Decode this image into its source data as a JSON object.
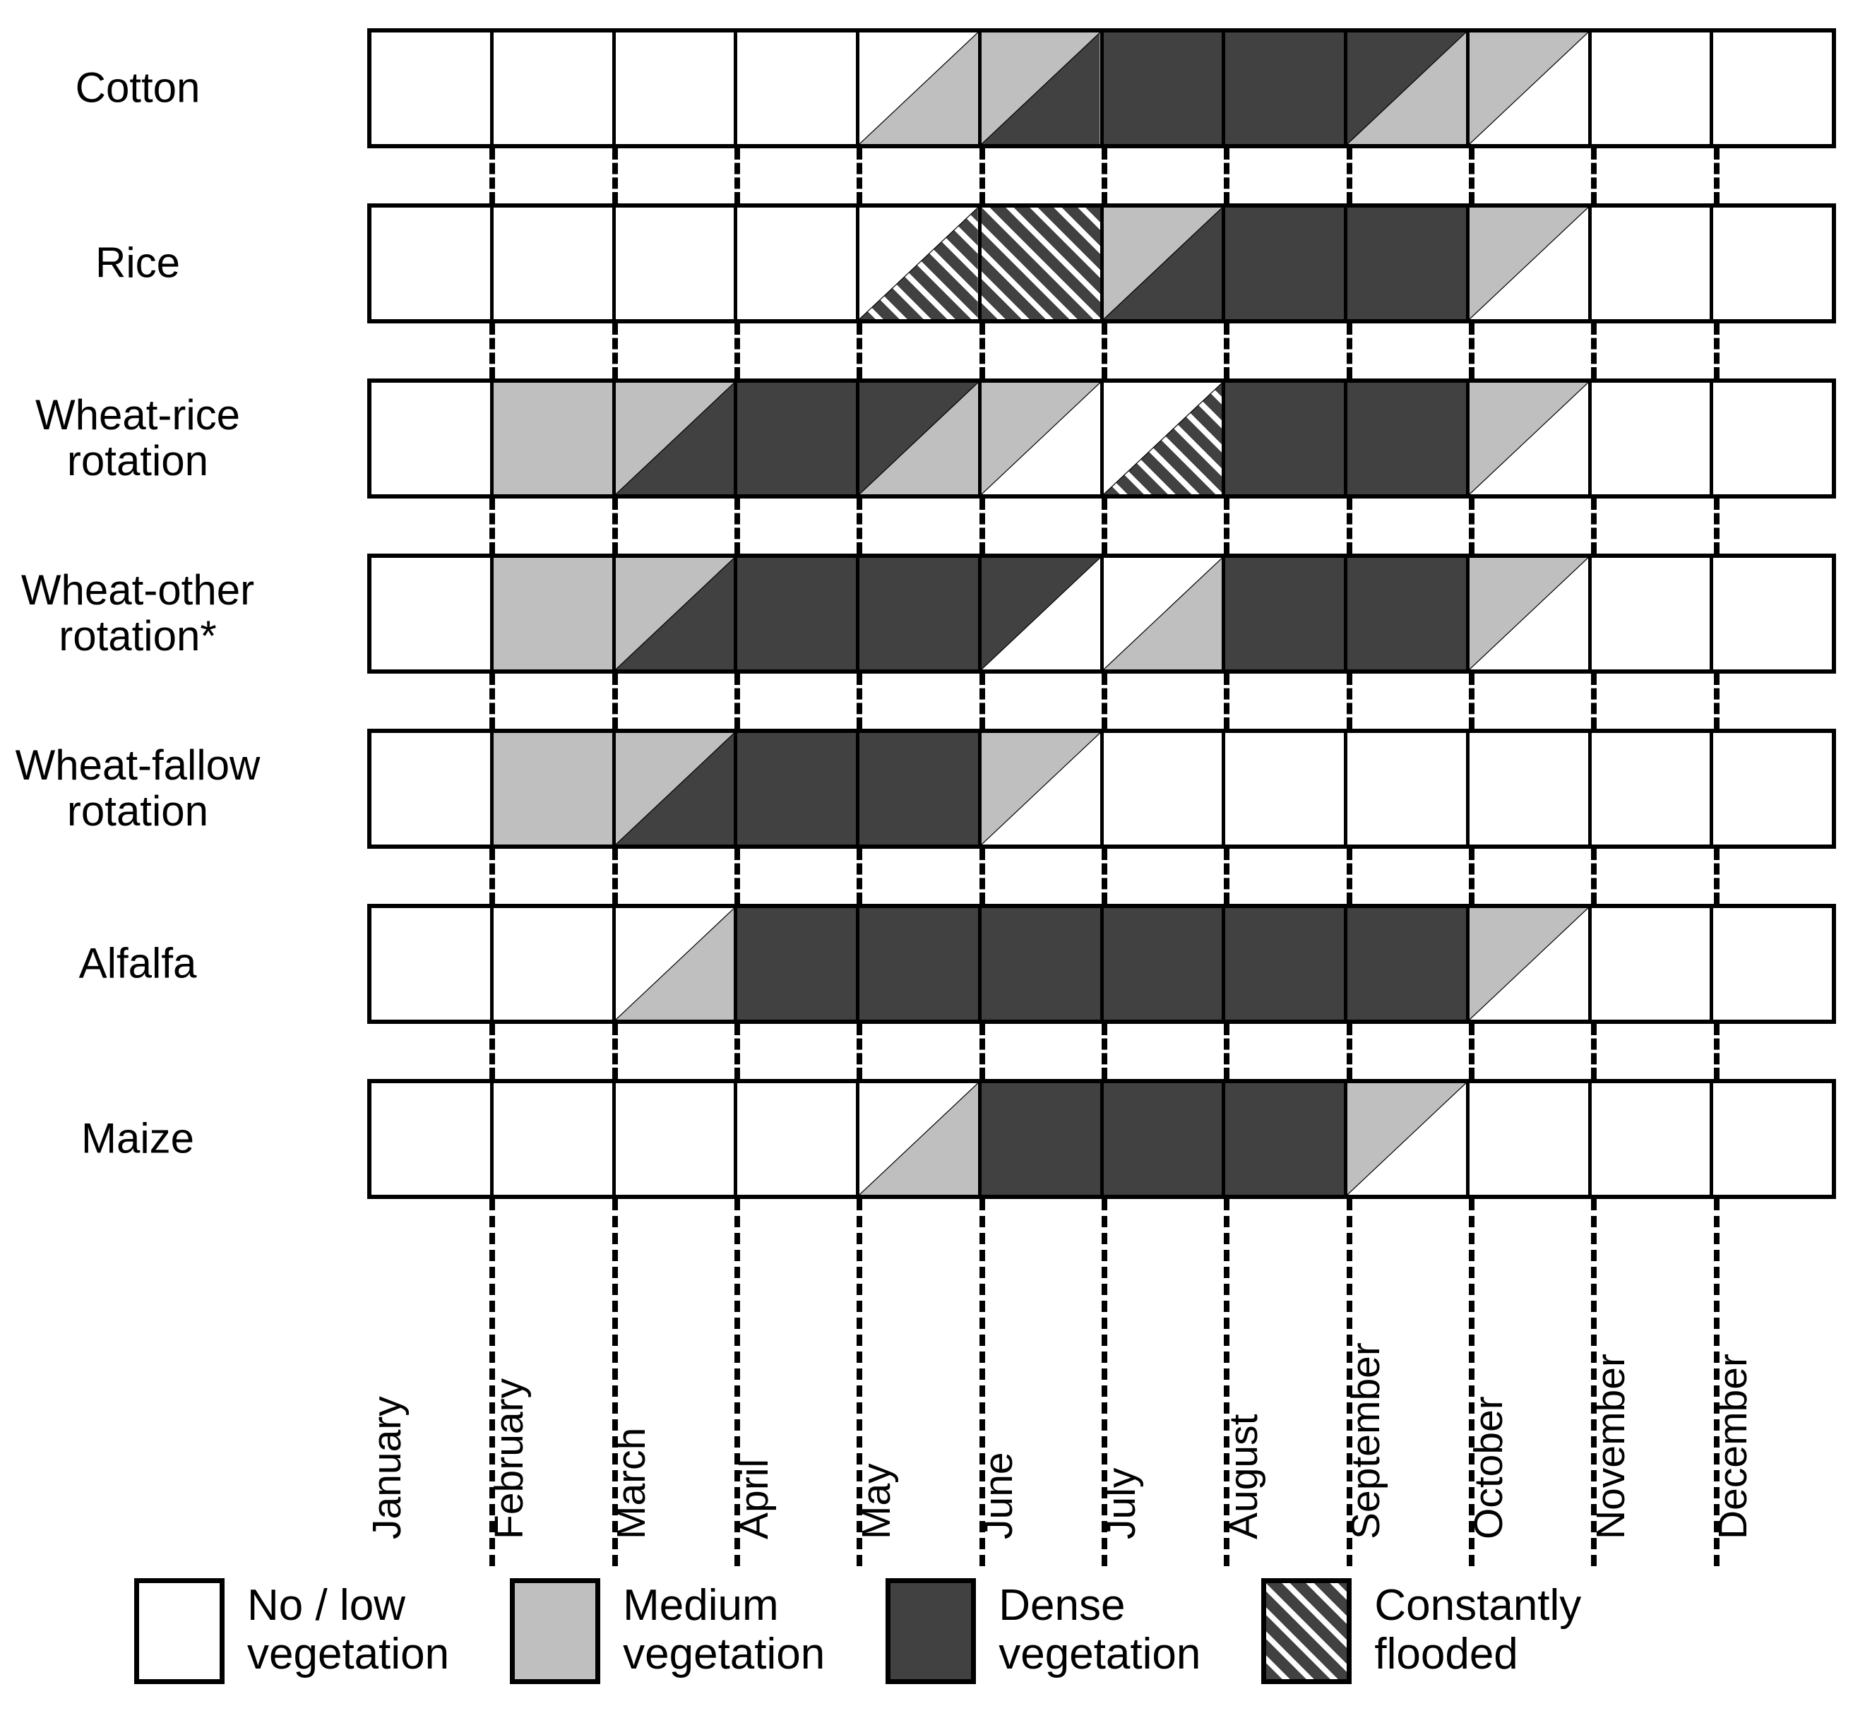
{
  "colors": {
    "none": "#ffffff",
    "medium": "#bfbfbf",
    "dense": "#414141",
    "flooded_base": "#414141",
    "flooded_stripe": "#ffffff",
    "outline": "#000000"
  },
  "chart_data": {
    "type": "table",
    "title": "",
    "xlabel": "",
    "ylabel": "",
    "categories": [
      "January",
      "February",
      "March",
      "April",
      "May",
      "June",
      "July",
      "August",
      "September",
      "October",
      "November",
      "December"
    ],
    "legend_position": "bottom",
    "state_key": {
      "none": "No / low vegetation",
      "medium": "Medium vegetation",
      "dense": "Dense vegetation",
      "flooded": "Constantly flooded"
    },
    "note": "Each monthly cell is either a single state, or split by a diagonal (bottom-left to top-right) into an upper-left state and a lower-right state indicating a transition within that month.",
    "series": [
      {
        "name": "Cotton",
        "values": [
          {
            "month": "January",
            "upper": "none",
            "lower": "none"
          },
          {
            "month": "February",
            "upper": "none",
            "lower": "none"
          },
          {
            "month": "March",
            "upper": "none",
            "lower": "none"
          },
          {
            "month": "April",
            "upper": "none",
            "lower": "none"
          },
          {
            "month": "May",
            "upper": "none",
            "lower": "medium"
          },
          {
            "month": "June",
            "upper": "medium",
            "lower": "dense"
          },
          {
            "month": "July",
            "upper": "dense",
            "lower": "dense"
          },
          {
            "month": "August",
            "upper": "dense",
            "lower": "dense"
          },
          {
            "month": "September",
            "upper": "dense",
            "lower": "medium"
          },
          {
            "month": "October",
            "upper": "medium",
            "lower": "none"
          },
          {
            "month": "November",
            "upper": "none",
            "lower": "none"
          },
          {
            "month": "December",
            "upper": "none",
            "lower": "none"
          }
        ]
      },
      {
        "name": "Rice",
        "values": [
          {
            "month": "January",
            "upper": "none",
            "lower": "none"
          },
          {
            "month": "February",
            "upper": "none",
            "lower": "none"
          },
          {
            "month": "March",
            "upper": "none",
            "lower": "none"
          },
          {
            "month": "April",
            "upper": "none",
            "lower": "none"
          },
          {
            "month": "May",
            "upper": "none",
            "lower": "flooded"
          },
          {
            "month": "June",
            "upper": "flooded",
            "lower": "flooded"
          },
          {
            "month": "July",
            "upper": "medium",
            "lower": "dense"
          },
          {
            "month": "August",
            "upper": "dense",
            "lower": "dense"
          },
          {
            "month": "September",
            "upper": "dense",
            "lower": "dense"
          },
          {
            "month": "October",
            "upper": "medium",
            "lower": "none"
          },
          {
            "month": "November",
            "upper": "none",
            "lower": "none"
          },
          {
            "month": "December",
            "upper": "none",
            "lower": "none"
          }
        ]
      },
      {
        "name": "Wheat-rice\nrotation",
        "values": [
          {
            "month": "January",
            "upper": "none",
            "lower": "none"
          },
          {
            "month": "February",
            "upper": "medium",
            "lower": "medium"
          },
          {
            "month": "March",
            "upper": "medium",
            "lower": "dense"
          },
          {
            "month": "April",
            "upper": "dense",
            "lower": "dense"
          },
          {
            "month": "May",
            "upper": "dense",
            "lower": "medium"
          },
          {
            "month": "June",
            "upper": "medium",
            "lower": "none"
          },
          {
            "month": "July",
            "upper": "none",
            "lower": "flooded"
          },
          {
            "month": "August",
            "upper": "dense",
            "lower": "dense"
          },
          {
            "month": "September",
            "upper": "dense",
            "lower": "dense"
          },
          {
            "month": "October",
            "upper": "medium",
            "lower": "none"
          },
          {
            "month": "November",
            "upper": "none",
            "lower": "none"
          },
          {
            "month": "December",
            "upper": "none",
            "lower": "none"
          }
        ]
      },
      {
        "name": "Wheat-other\nrotation*",
        "values": [
          {
            "month": "January",
            "upper": "none",
            "lower": "none"
          },
          {
            "month": "February",
            "upper": "medium",
            "lower": "medium"
          },
          {
            "month": "March",
            "upper": "medium",
            "lower": "dense"
          },
          {
            "month": "April",
            "upper": "dense",
            "lower": "dense"
          },
          {
            "month": "May",
            "upper": "dense",
            "lower": "dense"
          },
          {
            "month": "June",
            "upper": "dense",
            "lower": "none"
          },
          {
            "month": "July",
            "upper": "none",
            "lower": "medium"
          },
          {
            "month": "August",
            "upper": "dense",
            "lower": "dense"
          },
          {
            "month": "September",
            "upper": "dense",
            "lower": "dense"
          },
          {
            "month": "October",
            "upper": "medium",
            "lower": "none"
          },
          {
            "month": "November",
            "upper": "none",
            "lower": "none"
          },
          {
            "month": "December",
            "upper": "none",
            "lower": "none"
          }
        ]
      },
      {
        "name": "Wheat-fallow\nrotation",
        "values": [
          {
            "month": "January",
            "upper": "none",
            "lower": "none"
          },
          {
            "month": "February",
            "upper": "medium",
            "lower": "medium"
          },
          {
            "month": "March",
            "upper": "medium",
            "lower": "dense"
          },
          {
            "month": "April",
            "upper": "dense",
            "lower": "dense"
          },
          {
            "month": "May",
            "upper": "dense",
            "lower": "dense"
          },
          {
            "month": "June",
            "upper": "medium",
            "lower": "none"
          },
          {
            "month": "July",
            "upper": "none",
            "lower": "none"
          },
          {
            "month": "August",
            "upper": "none",
            "lower": "none"
          },
          {
            "month": "September",
            "upper": "none",
            "lower": "none"
          },
          {
            "month": "October",
            "upper": "none",
            "lower": "none"
          },
          {
            "month": "November",
            "upper": "none",
            "lower": "none"
          },
          {
            "month": "December",
            "upper": "none",
            "lower": "none"
          }
        ]
      },
      {
        "name": "Alfalfa",
        "values": [
          {
            "month": "January",
            "upper": "none",
            "lower": "none"
          },
          {
            "month": "February",
            "upper": "none",
            "lower": "none"
          },
          {
            "month": "March",
            "upper": "none",
            "lower": "medium"
          },
          {
            "month": "April",
            "upper": "dense",
            "lower": "dense"
          },
          {
            "month": "May",
            "upper": "dense",
            "lower": "dense"
          },
          {
            "month": "June",
            "upper": "dense",
            "lower": "dense"
          },
          {
            "month": "July",
            "upper": "dense",
            "lower": "dense"
          },
          {
            "month": "August",
            "upper": "dense",
            "lower": "dense"
          },
          {
            "month": "September",
            "upper": "dense",
            "lower": "dense"
          },
          {
            "month": "October",
            "upper": "medium",
            "lower": "none"
          },
          {
            "month": "November",
            "upper": "none",
            "lower": "none"
          },
          {
            "month": "December",
            "upper": "none",
            "lower": "none"
          }
        ]
      },
      {
        "name": "Maize",
        "values": [
          {
            "month": "January",
            "upper": "none",
            "lower": "none"
          },
          {
            "month": "February",
            "upper": "none",
            "lower": "none"
          },
          {
            "month": "March",
            "upper": "none",
            "lower": "none"
          },
          {
            "month": "April",
            "upper": "none",
            "lower": "none"
          },
          {
            "month": "May",
            "upper": "none",
            "lower": "medium"
          },
          {
            "month": "June",
            "upper": "dense",
            "lower": "dense"
          },
          {
            "month": "July",
            "upper": "dense",
            "lower": "dense"
          },
          {
            "month": "August",
            "upper": "dense",
            "lower": "dense"
          },
          {
            "month": "September",
            "upper": "medium",
            "lower": "none"
          },
          {
            "month": "October",
            "upper": "none",
            "lower": "none"
          },
          {
            "month": "November",
            "upper": "none",
            "lower": "none"
          },
          {
            "month": "December",
            "upper": "none",
            "lower": "none"
          }
        ]
      }
    ],
    "legend": [
      {
        "key": "none",
        "label": "No / low\nvegetation"
      },
      {
        "key": "medium",
        "label": "Medium\nvegetation"
      },
      {
        "key": "dense",
        "label": "Dense\nvegetation"
      },
      {
        "key": "flooded",
        "label": "Constantly\nflooded"
      }
    ]
  }
}
